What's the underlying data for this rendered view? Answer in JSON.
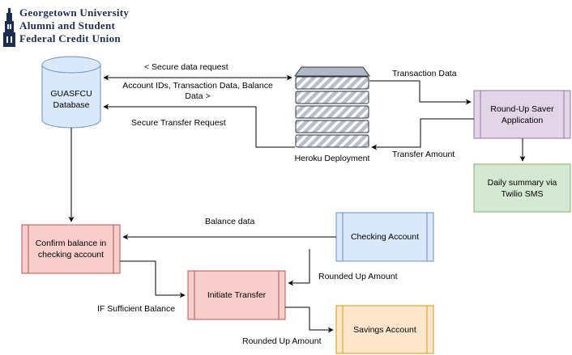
{
  "logo": {
    "line1": "Georgetown University",
    "line2": "Alumni and Student",
    "line3": "Federal Credit Union"
  },
  "nodes": {
    "database": "GUASFCU\nDatabase",
    "server": "Heroku Deployment",
    "roundup": "Round-Up Saver\nApplication",
    "summary": "Daily summary via\nTwilio SMS",
    "confirm": "Confirm balance in\nchecking account",
    "checking": "Checking Account",
    "initiate": "Initiate Transfer",
    "savings": "Savings Account"
  },
  "edges": {
    "secure_request": "< Secure data request",
    "account_ids": "Account IDs, Transaction Data, Balance\nData >",
    "secure_transfer": "Secure Transfer Request",
    "transaction_data": "Transaction Data",
    "transfer_amount": "Transfer Amount",
    "balance_data": "Balance data",
    "rounded_up_1": "Rounded Up Amount",
    "if_sufficient": "IF Sufficient Balance",
    "rounded_up_2": "Rounded Up Amount"
  },
  "colors": {
    "purple_fill": "#e1d5e7",
    "purple_stroke": "#9673a6",
    "green_fill": "#d5e8d4",
    "green_stroke": "#82b366",
    "red_fill": "#f8cecc",
    "red_stroke": "#b85450",
    "blue_fill": "#dae8fc",
    "blue_stroke": "#6c8ebf",
    "orange_fill": "#ffe6cc",
    "orange_stroke": "#d79b00",
    "server_fill": "#b3b9c4"
  }
}
